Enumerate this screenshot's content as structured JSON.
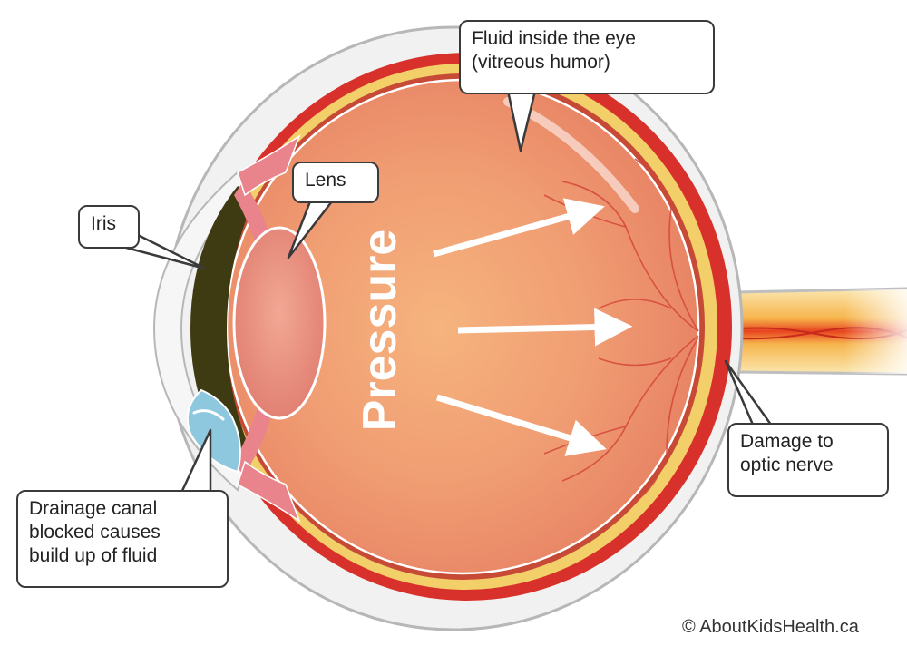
{
  "labels": {
    "fluid": [
      "Fluid inside the eye",
      "(vitreous humor)"
    ],
    "lens": "Lens",
    "iris": "Iris",
    "damage": [
      "Damage to",
      "optic nerve"
    ],
    "drainage": [
      "Drainage canal",
      "blocked causes",
      "build up of fluid"
    ],
    "pressure": "Pressure"
  },
  "copyright": "© AboutKidsHealth.ca",
  "colors": {
    "sclera_red": "#d8302a",
    "choroid_yellow": "#f3cf6a",
    "vitreous": "#ef9a70",
    "lens": "#ee9a88",
    "iris_dark": "#3e3a12",
    "drainage_blue": "#8ec8de",
    "nerve": "#f6b84e"
  }
}
